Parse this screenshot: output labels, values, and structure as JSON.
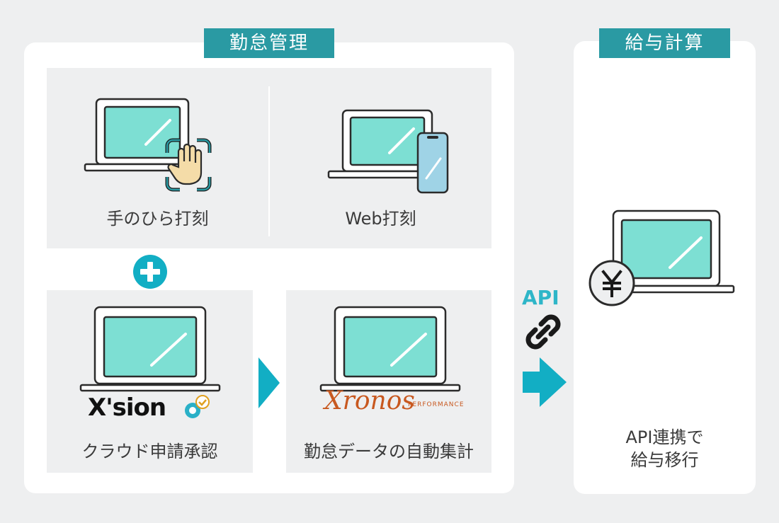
{
  "attendance": {
    "title": "勤怠管理",
    "methods": [
      {
        "label": "手のひら打刻",
        "icon": "laptop-palm-scan-icon"
      },
      {
        "label": "Web打刻",
        "icon": "laptop-smartphone-icon"
      }
    ],
    "plus_icon": "plus-icon",
    "steps": [
      {
        "label": "クラウド申請承認",
        "logo": "X'sion",
        "icon": "laptop-icon"
      },
      {
        "label": "勤怠データの自動集計",
        "logo": "Xronos",
        "logo_sub": "PERFORMANCE",
        "icon": "laptop-icon"
      }
    ]
  },
  "connector": {
    "label": "API",
    "icon": "link-chain-icon",
    "arrow_icon": "arrow-right-icon"
  },
  "payroll": {
    "title": "給与計算",
    "icon": "laptop-yen-icon",
    "description_line1": "API連携で",
    "description_line2": "給与移行"
  },
  "colors": {
    "accent": "#2a9aa3",
    "arrow": "#12aec4",
    "screen": "#7ddfd3",
    "box_bg": "#eeeff0"
  }
}
